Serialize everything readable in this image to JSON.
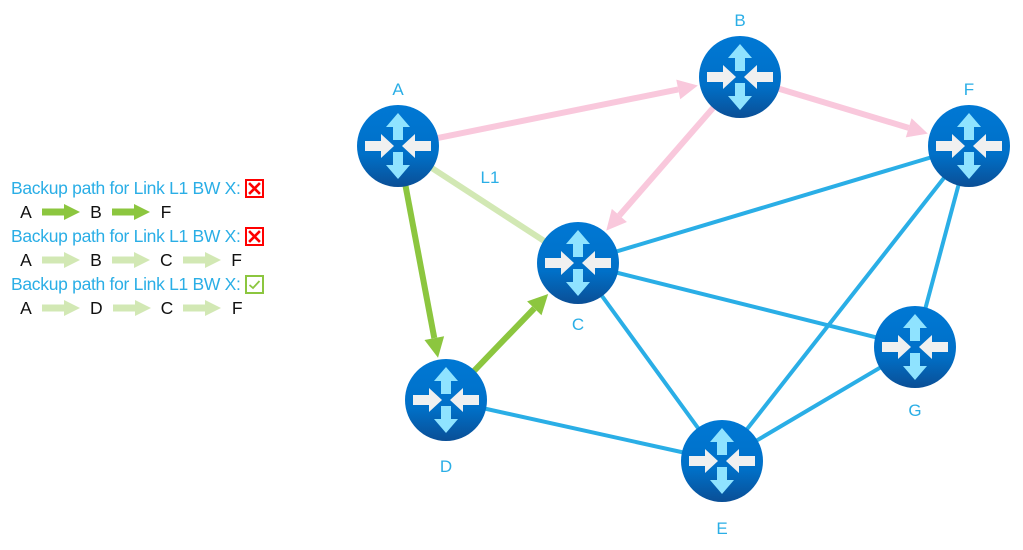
{
  "legend": {
    "entries": [
      {
        "title": "Backup path for Link L1 BW X:",
        "status": "fail",
        "status_icon": "x-mark-icon",
        "active": true,
        "path": [
          "A",
          "B",
          "F"
        ]
      },
      {
        "title": "Backup path for Link L1 BW X:",
        "status": "fail",
        "status_icon": "x-mark-icon",
        "active": false,
        "path": [
          "A",
          "B",
          "C",
          "F"
        ]
      },
      {
        "title": "Backup path for Link L1 BW X:",
        "status": "ok",
        "status_icon": "check-mark-icon",
        "active": false,
        "path": [
          "A",
          "D",
          "C",
          "F"
        ]
      }
    ]
  },
  "colors": {
    "label_blue": "#2aaee6",
    "link_blue": "#2aaee6",
    "link_pink": "#f9c8dc",
    "link_green": "#8cc63f",
    "link_light_green": "#d2e8b4",
    "fail_red": "#ff0000",
    "ok_green": "#8cc63f",
    "router_dark": "#0a5aa8",
    "router_light": "#0078d4",
    "router_arrow_vertical": "#8fe3ff",
    "router_arrow_horizontal": "#f0f0f0"
  },
  "diagram": {
    "nodes": [
      {
        "id": "A",
        "label": "A"
      },
      {
        "id": "B",
        "label": "B"
      },
      {
        "id": "C",
        "label": "C"
      },
      {
        "id": "D",
        "label": "D"
      },
      {
        "id": "E",
        "label": "E"
      },
      {
        "id": "F",
        "label": "F"
      },
      {
        "id": "G",
        "label": "G"
      }
    ],
    "links": [
      {
        "from": "C",
        "to": "F",
        "style": "blue",
        "directed": false
      },
      {
        "from": "C",
        "to": "G",
        "style": "blue",
        "directed": false
      },
      {
        "from": "C",
        "to": "E",
        "style": "blue",
        "directed": false
      },
      {
        "from": "D",
        "to": "E",
        "style": "blue",
        "directed": false
      },
      {
        "from": "E",
        "to": "F",
        "style": "blue",
        "directed": false
      },
      {
        "from": "E",
        "to": "G",
        "style": "blue",
        "directed": false
      },
      {
        "from": "F",
        "to": "G",
        "style": "blue",
        "directed": false
      },
      {
        "from": "A",
        "to": "C",
        "style": "light_green",
        "directed": false,
        "label": "L1"
      },
      {
        "from": "A",
        "to": "B",
        "style": "pink",
        "directed": true
      },
      {
        "from": "B",
        "to": "F",
        "style": "pink",
        "directed": true
      },
      {
        "from": "B",
        "to": "C",
        "style": "pink",
        "directed": true
      },
      {
        "from": "A",
        "to": "D",
        "style": "green",
        "directed": true
      },
      {
        "from": "D",
        "to": "C",
        "style": "green",
        "directed": true
      }
    ]
  }
}
